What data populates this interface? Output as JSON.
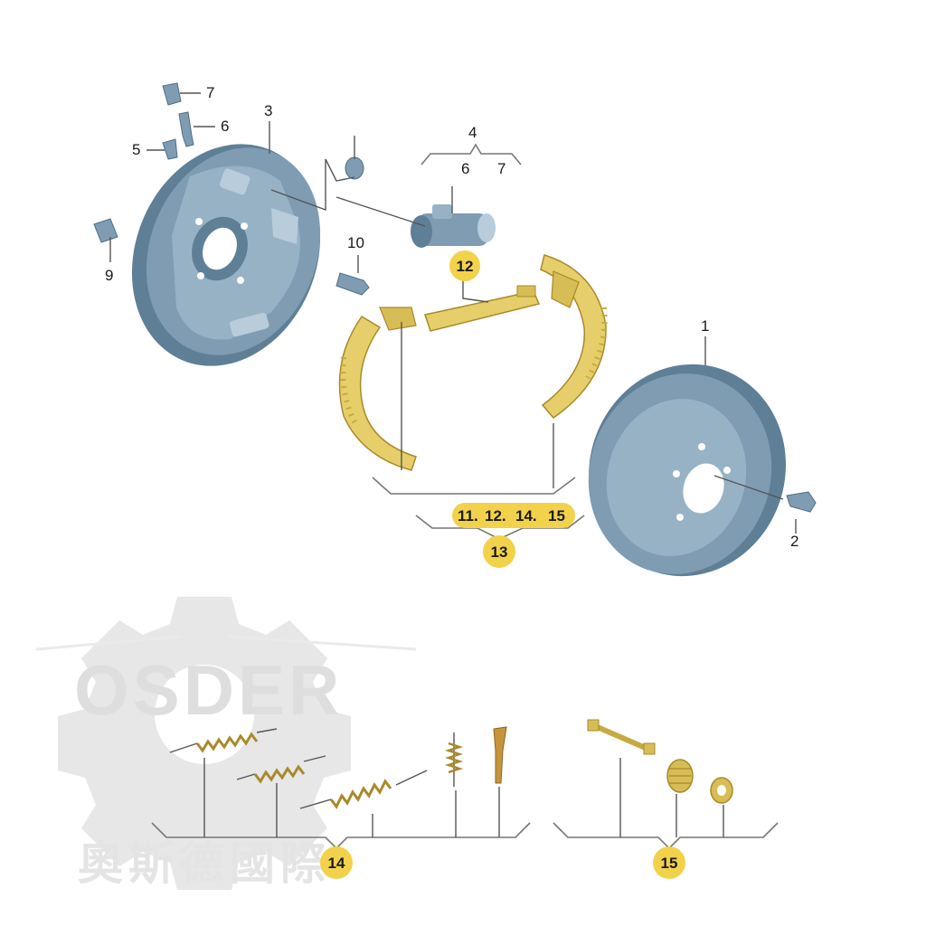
{
  "watermark": {
    "brand": "OSDER",
    "chinese": "奧斯德國際",
    "color": "#c9c9c9"
  },
  "colors": {
    "metal": "#7f9cb3",
    "metal_dark": "#4f6e86",
    "metal_light": "#b8ccdb",
    "lining": "#e6cf6a",
    "lining_dark": "#a88a2a",
    "highlight": "#f2d24a"
  },
  "callouts": {
    "n1": "1",
    "n2": "2",
    "n3": "3",
    "n4": "4",
    "n5": "5",
    "n6a": "6",
    "n6b": "6",
    "n7a": "7",
    "n7b": "7",
    "n9": "9",
    "n10": "10",
    "n12": "12",
    "n13": "13",
    "n14": "14",
    "n15": "15",
    "combo": [
      "11.",
      "12.",
      "14.",
      "15"
    ]
  }
}
